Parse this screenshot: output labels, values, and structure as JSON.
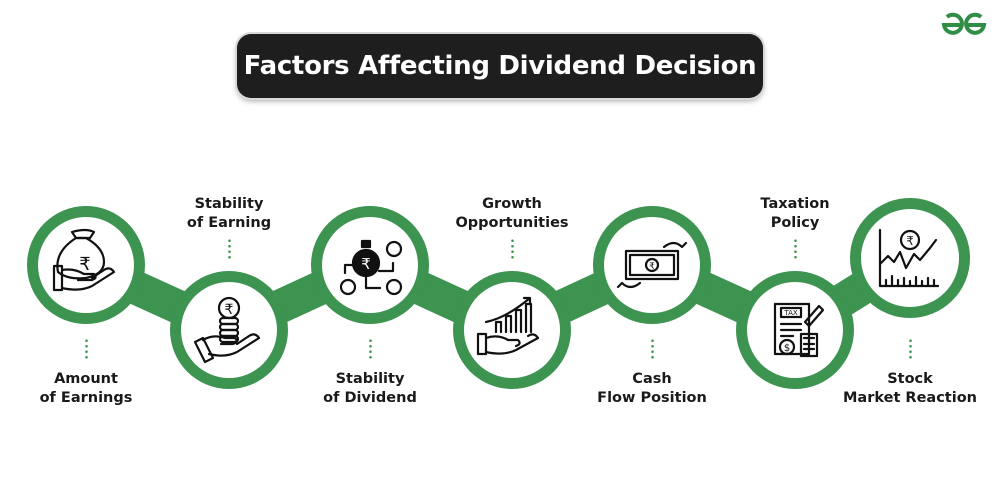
{
  "title": "Factors Affecting Dividend Decision",
  "logo_text": "GfG",
  "colors": {
    "accent": "#3d9350",
    "title_bg": "#1e1e1e"
  },
  "factors": [
    {
      "label_line1": "Amount",
      "label_line2": "of Earnings",
      "icon": "money-bag-hand-icon"
    },
    {
      "label_line1": "Stability",
      "label_line2": "of Earning",
      "icon": "coins-hand-icon"
    },
    {
      "label_line1": "Stability",
      "label_line2": "of Dividend",
      "icon": "money-distribution-icon"
    },
    {
      "label_line1": "Growth",
      "label_line2": "Opportunities",
      "icon": "growth-chart-hand-icon"
    },
    {
      "label_line1": "Cash",
      "label_line2": "Flow Position",
      "icon": "cash-flow-icon"
    },
    {
      "label_line1": "Taxation",
      "label_line2": "Policy",
      "icon": "tax-document-icon"
    },
    {
      "label_line1": "Stock",
      "label_line2": "Market Reaction",
      "icon": "stock-chart-icon"
    }
  ],
  "icon_text": {
    "rupee": "₹",
    "tax": "TAX",
    "dollar": "$"
  }
}
